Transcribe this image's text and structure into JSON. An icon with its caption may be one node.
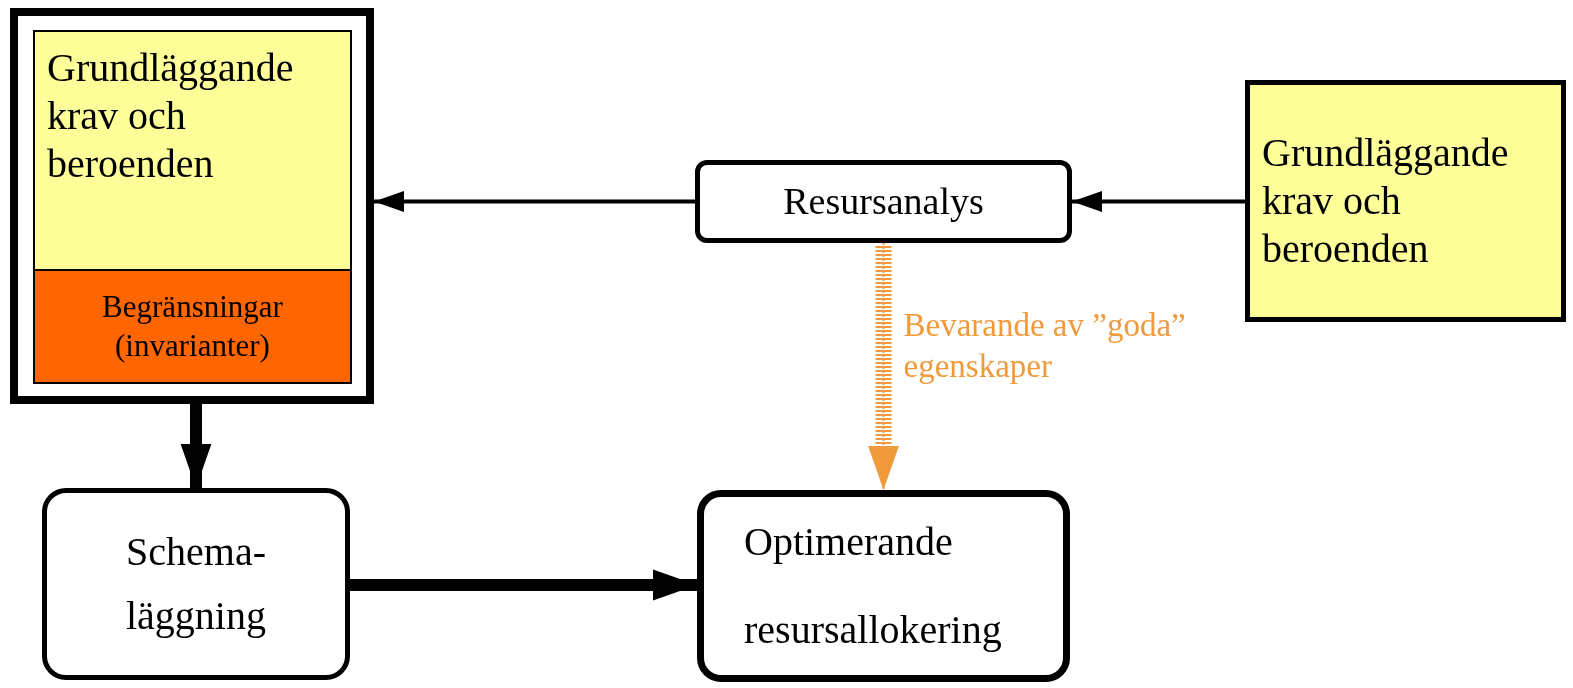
{
  "diagram": {
    "nodes": [
      {
        "text": [],
        "shape": "box"
      },
      {
        "text": [
          "Grundläggande krav och beroenden"
        ],
        "in": 0
      },
      {
        "text": [
          "Begränsningar (invarianter)"
        ],
        "in": 0
      },
      {
        "text": [
          "Resursanalys"
        ]
      },
      {
        "text": [
          "Grundläggande krav och beroenden"
        ]
      },
      {
        "text": [
          "Schema- läggning"
        ]
      },
      {
        "text": [
          "Optimerande resursallokering"
        ]
      }
    ],
    "edges": [
      {
        "from": 4,
        "to": 3,
        "arrow": "to"
      },
      {
        "from": 3,
        "to": 0,
        "arrow": "to"
      },
      {
        "from": 0,
        "to": 5,
        "arrow": "to",
        "style": "thick"
      },
      {
        "from": 5,
        "to": 6,
        "arrow": "to",
        "style": "thick"
      },
      {
        "from": 3,
        "to": 6,
        "arrow": "to",
        "style": "dashed",
        "color": "#f09a3c",
        "label": "Bevarande av ”goda” egenskaper"
      }
    ]
  }
}
